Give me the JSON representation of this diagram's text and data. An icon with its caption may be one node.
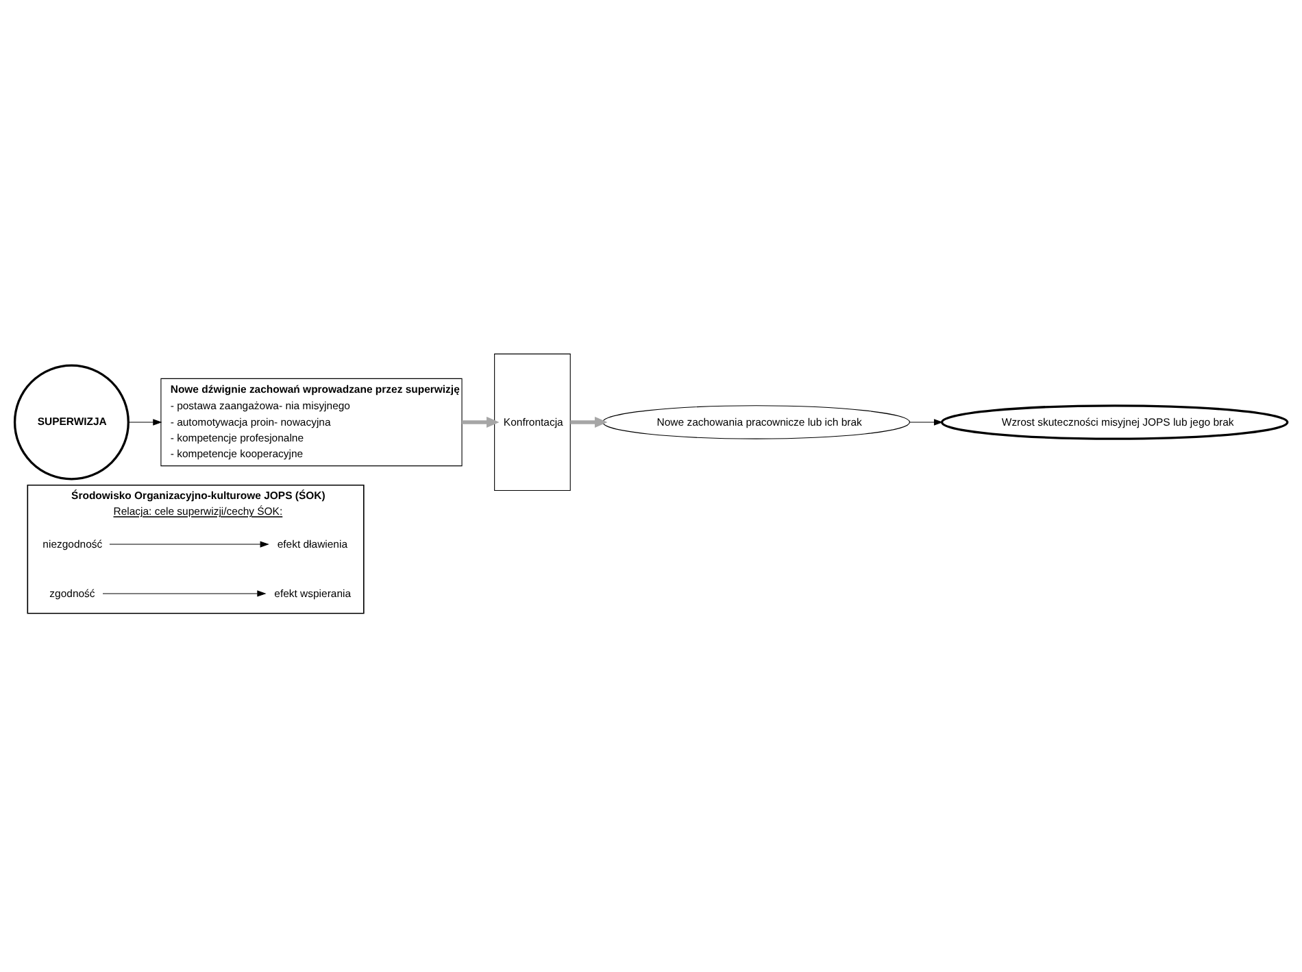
{
  "diagram": {
    "nodes": [
      {
        "text": [
          "Środowisko Organizacyjno-kulturowe JOPS (ŚOK)",
          "Relacja: cele superwizji/cechy ŚOK:"
        ]
      },
      {
        "text": [
          "niezgodność"
        ],
        "in": 0
      },
      {
        "text": [
          "efekt dławienia"
        ],
        "in": 0
      },
      {
        "text": [
          "zgodność"
        ],
        "in": 0
      },
      {
        "text": [
          "efekt wspierania"
        ],
        "in": 0
      },
      {
        "text": [
          "SUPERWIZJA"
        ]
      },
      {
        "text": [
          "Nowe dźwignie zachowań wprowadzane przez superwizję",
          "- postawa zaangażowa- nia misyjnego",
          "- automotywacja proin- nowacyjna",
          "- kompetencje profesjonalne",
          "- kompetencje kooperacyjne"
        ]
      },
      {
        "text": [
          "Konfrontacja"
        ]
      },
      {
        "text": [
          "Nowe zachowania pracownicze lub ich brak"
        ]
      },
      {
        "text": [
          "Wzrost skuteczności misyjnej JOPS lub jego brak"
        ]
      }
    ],
    "edges": [
      {
        "from": 1,
        "to": 2,
        "arrow": "to"
      },
      {
        "from": 3,
        "to": 4,
        "arrow": "to"
      },
      {
        "from": 5,
        "to": 6,
        "arrow": "to"
      },
      {
        "from": 6,
        "to": 7,
        "arrow": "to",
        "style": "thick",
        "color": "#a6a6a6"
      },
      {
        "from": 7,
        "to": 8,
        "arrow": "to",
        "style": "thick",
        "color": "#a6a6a6"
      },
      {
        "from": 8,
        "to": 9,
        "arrow": "to"
      }
    ]
  }
}
